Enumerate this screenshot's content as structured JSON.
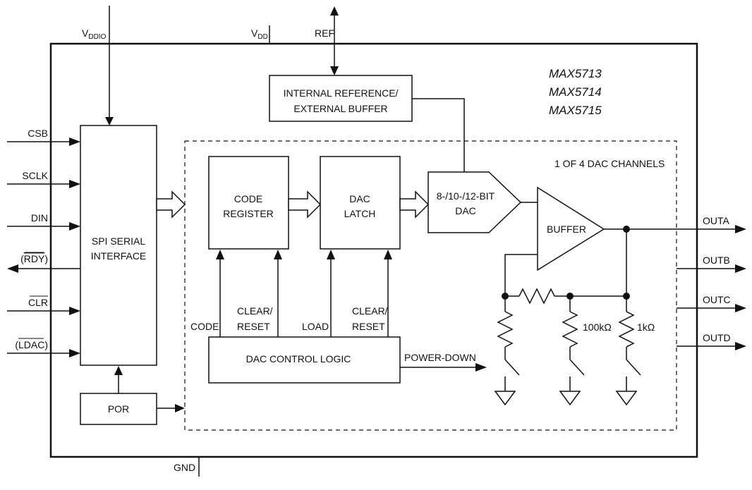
{
  "chips": {
    "part1": "MAX5713",
    "part2": "MAX5714",
    "part3": "MAX5715"
  },
  "supply": {
    "vddio_main": "V",
    "vddio_sub": "DDIO",
    "vdd_main": "V",
    "vdd_sub": "DD",
    "ref": "REF",
    "gnd": "GND"
  },
  "inputs": {
    "csb": "CSB",
    "sclk": "SCLK",
    "din": "DIN",
    "rdy_open": "(",
    "rdy": "RDY",
    "rdy_close": ")",
    "clr": "CLR",
    "ldac": "(LDAC)"
  },
  "blocks": {
    "spi_line1": "SPI SERIAL",
    "spi_line2": "INTERFACE",
    "por": "POR",
    "ref_line1": "INTERNAL REFERENCE/",
    "ref_line2": "EXTERNAL BUFFER",
    "code_line1": "CODE",
    "code_line2": "REGISTER",
    "latch_line1": "DAC",
    "latch_line2": "LATCH",
    "dac_line1": "8-/10-/12-BIT",
    "dac_line2": "DAC",
    "buffer": "BUFFER",
    "control": "DAC CONTROL LOGIC",
    "channels": "1 OF 4 DAC CHANNELS"
  },
  "signals": {
    "code": "CODE",
    "clear1_line1": "CLEAR/",
    "clear1_line2": "RESET",
    "load": "LOAD",
    "clear2_line1": "CLEAR/",
    "clear2_line2": "RESET",
    "power_down": "POWER-DOWN"
  },
  "resistors": {
    "r100k": "100kΩ",
    "r1k": "1kΩ"
  },
  "outputs": {
    "outa": "OUTA",
    "outb": "OUTB",
    "outc": "OUTC",
    "outd": "OUTD"
  }
}
